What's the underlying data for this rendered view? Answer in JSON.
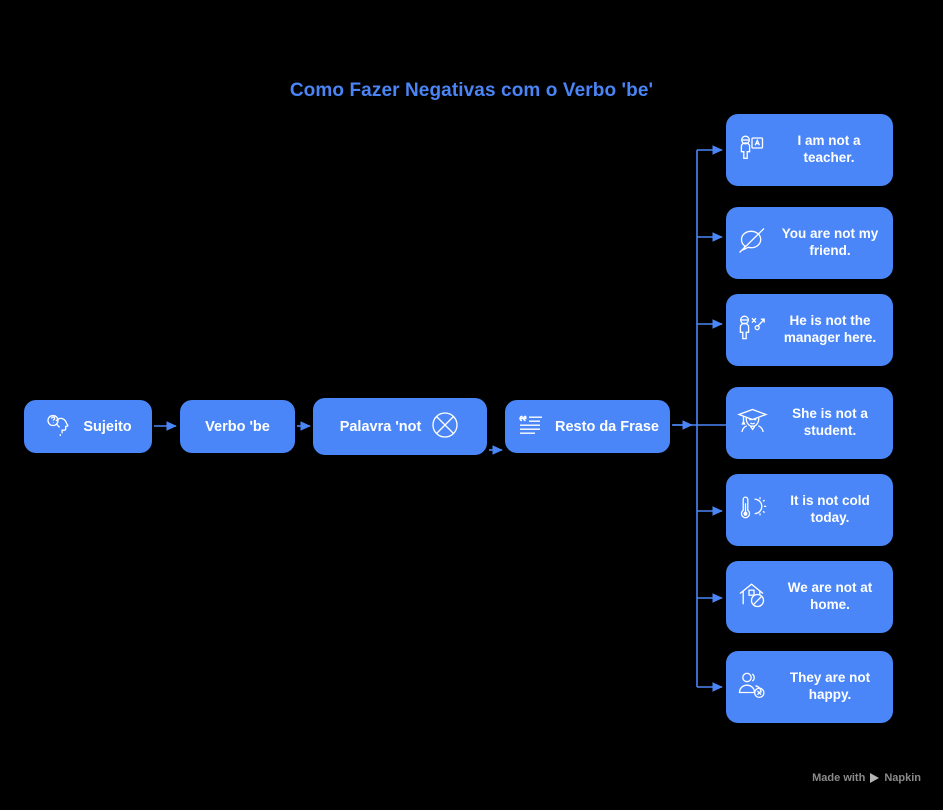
{
  "page": {
    "title": "Como Fazer Negativas com o Verbo 'be'",
    "background_color": "#000000",
    "accent_color": "#4a86f7",
    "title_color": "#4a84f5"
  },
  "flow": {
    "steps": [
      {
        "label": "Sujeito",
        "icon": "head-question-icon"
      },
      {
        "label": "Verbo 'be",
        "icon": "none"
      },
      {
        "label": "Palavra 'not",
        "icon": "circle-cross-icon"
      },
      {
        "label": "Resto da Frase",
        "icon": "quote-lines-icon"
      }
    ]
  },
  "examples": {
    "items": [
      {
        "text": "I am not a teacher.",
        "icon": "person-board-icon"
      },
      {
        "text": "You are not my friend.",
        "icon": "speech-bubble-slash-icon"
      },
      {
        "text": "He is not the manager here.",
        "icon": "person-demote-icon"
      },
      {
        "text": "She is not a student.",
        "icon": "graduate-icon"
      },
      {
        "text": "It is not cold today.",
        "icon": "thermometer-sun-icon"
      },
      {
        "text": "We are not at home.",
        "icon": "house-prohibited-icon"
      },
      {
        "text": "They are not happy.",
        "icon": "people-x-icon"
      }
    ]
  },
  "footer": {
    "made_with": "Made with",
    "brand": "Napkin",
    "play_icon": "play-triangle-icon"
  }
}
